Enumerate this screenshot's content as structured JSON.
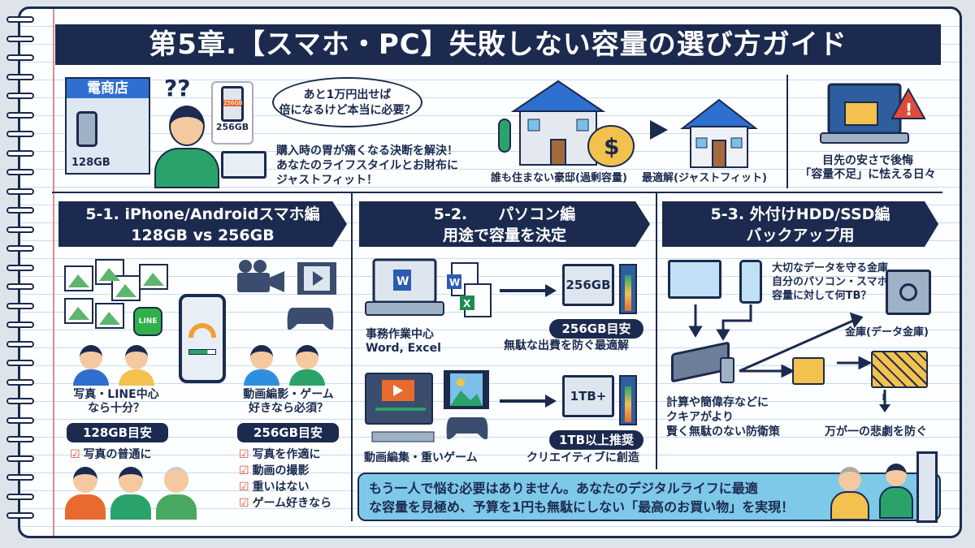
{
  "title": "第5章.【スマホ・PC】失敗しない容量の選び方ガイド",
  "intro": {
    "store_sign": "電商店",
    "store_phone_label": "128GB",
    "phone_tag": "256GB",
    "phone_label": "256GB",
    "question_marks": "??",
    "bubble": [
      "あと1万円出せば",
      "倍になるけど本当に必要？"
    ],
    "lead": [
      "購入時の胃が痛くなる決断を解決！",
      "あなたのライフスタイルとお財布に",
      "ジャストフィット！"
    ],
    "mansion_caption": "誰も住まない豪邸(過剰容量)",
    "house_caption": "最適解(ジャストフィット)",
    "regret_caption": [
      "目先の安さで後悔",
      "「容量不足」に怯える日々"
    ]
  },
  "sections": [
    {
      "title": [
        "5-1. iPhone/Androidスマホ編",
        "128GB vs 256GB"
      ],
      "left_caption": [
        "写真・LINE中心",
        "なら十分？"
      ],
      "right_caption": [
        "動画編影・ゲーム",
        "好きなら必須？"
      ],
      "line_label": "LINE",
      "left_badge": "128GB目安",
      "right_badge": "256GB目安",
      "left_checks": [
        "写真の普通に"
      ],
      "right_checks": [
        "写真を作適に",
        "動画の撮影",
        "重いはない",
        "ゲーム好きなら"
      ]
    },
    {
      "title": [
        "5-2.　　パソコン編",
        "用途で容量を決定"
      ],
      "office_caption": [
        "事務作業中心",
        "Word, Excel"
      ],
      "office_screen": "256GB",
      "office_badge": "256GB目安",
      "office_note": "無駄な出費を防ぐ最適解",
      "creative_caption": "動画編集・重いゲーム",
      "creative_screen": "1TB+",
      "creative_badge": "1TB以上推奨",
      "creative_note": "クリエイティブに創造"
    },
    {
      "title": [
        "5-3.  外付けHDD/SSD編",
        "バックアップ用"
      ],
      "safe_text": [
        "大切なデータを守る金庫",
        "自分のパソコン・スマホ",
        "容量に対して何TB？"
      ],
      "safe_label": "金庫(データ金庫)",
      "left_note": [
        "計算や簡偉存などに",
        "クキアがより",
        "賢く無駄のない防衛策"
      ],
      "right_note": "万が一の悲劇を防ぐ"
    }
  ],
  "callout": [
    "もう一人で悩む必要はありません。あなたのデジタルライフに最適",
    "な容量を見極め、予算を1円も無駄にしない「最高のお買い物」を実現！"
  ],
  "colors": {
    "navy": "#1b2a4e",
    "accent_blue": "#2f6fcf",
    "callout": "#7ec8e8",
    "check": "#e0502f",
    "folder": "#f2c14e"
  }
}
